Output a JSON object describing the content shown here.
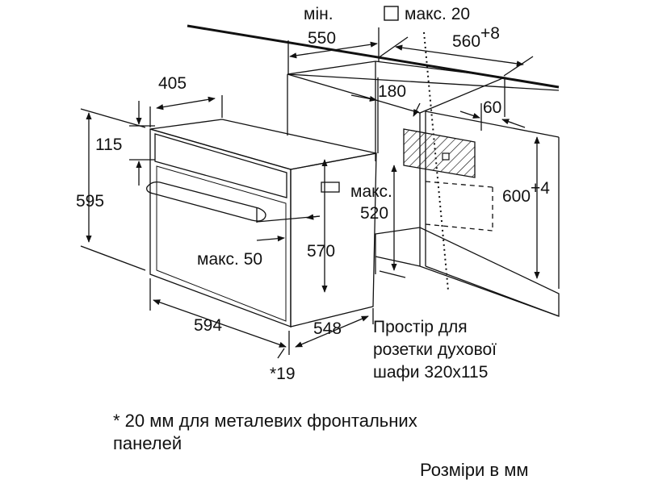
{
  "dimensions": {
    "min_label": "мін.",
    "cabinet_depth_min": "550",
    "max20_label": "макс. 20",
    "cutout_depth": "560",
    "cutout_depth_tol": "+8",
    "top_depth": "405",
    "niche_offset": "180",
    "rear_offset": "60",
    "panel_height": "115",
    "front_height": "595",
    "cutout_height": "600",
    "cutout_height_tol": "+4",
    "max_label": "макс.",
    "cutout_width": "520",
    "max50": "макс. 50",
    "body_height": "570",
    "front_width": "594",
    "body_depth": "548",
    "footnote_mark": "*19"
  },
  "socket_note": {
    "line1": "Простір для",
    "line2": "розетки духової",
    "line3": "шафи 320x115"
  },
  "footnote": {
    "line1": "* 20 мм для металевих фронтальних",
    "line2": "панелей"
  },
  "units": "Розміри в мм"
}
